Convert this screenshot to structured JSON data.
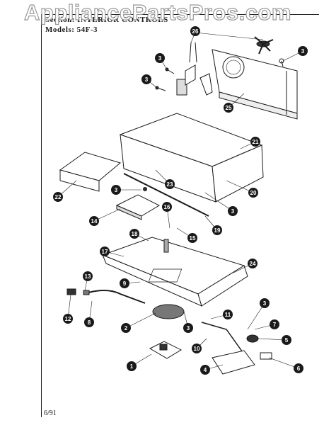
{
  "header": {
    "section_line": "Section: INTERIOR CONTROLS",
    "model_line": "Models: 54F-3"
  },
  "watermark": "AppliancePartsPros.com",
  "footer": {
    "date": "6/91"
  },
  "callouts": [
    "1",
    "2",
    "3",
    "4",
    "5",
    "6",
    "7",
    "8",
    "9",
    "10",
    "11",
    "12",
    "13",
    "14",
    "15",
    "16",
    "17",
    "18",
    "19",
    "20",
    "21",
    "22",
    "23",
    "24",
    "25",
    "26"
  ]
}
